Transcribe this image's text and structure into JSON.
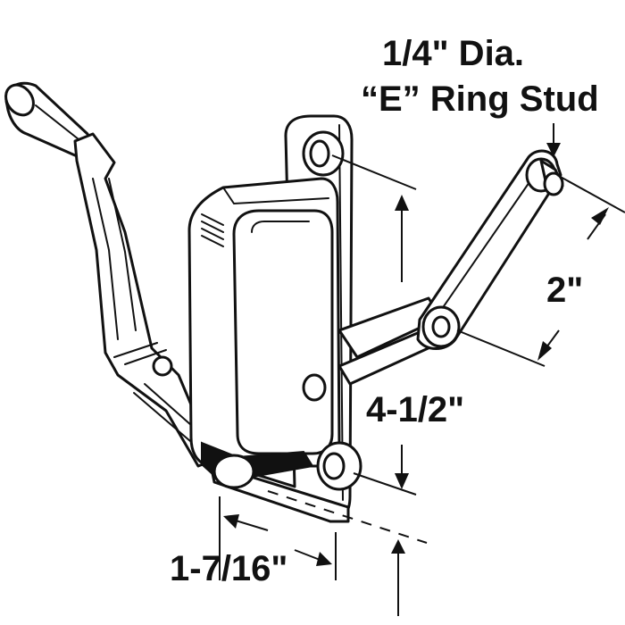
{
  "labels": {
    "stud_line1": "1/4\" Dia.",
    "stud_line2": "“E” Ring Stud",
    "arm_length": "2\"",
    "mount_height": "4-1/2\"",
    "depth": "1-7/16\""
  },
  "colors": {
    "ink": "#111111",
    "background": "#ffffff"
  }
}
